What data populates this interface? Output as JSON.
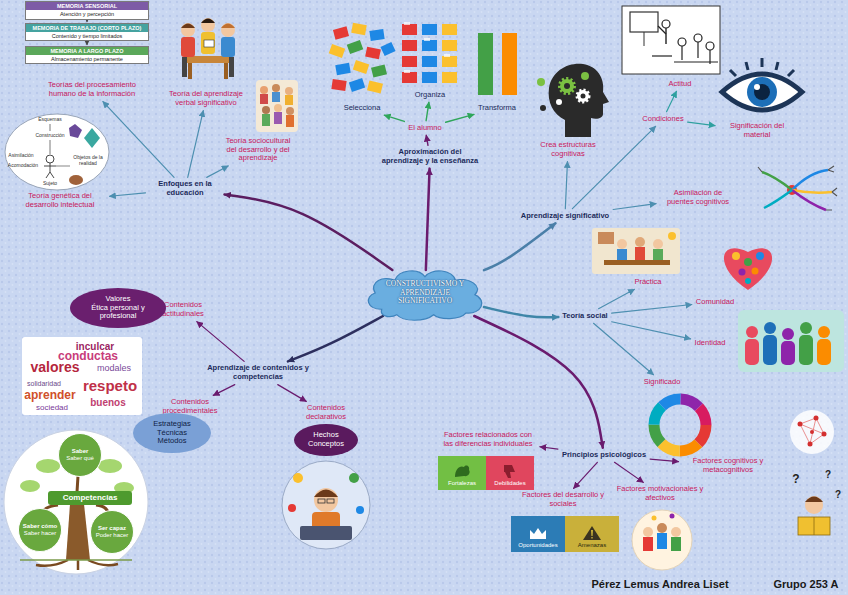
{
  "diagram": {
    "nodes": [
      {
        "text": [
          "CONSTRUCTIVISMO Y APRENDIZAJE SIGNIFICATIVO"
        ]
      },
      {
        "text": [
          "Aproximación del aprendizaje y la enseñanza"
        ]
      },
      {
        "text": [
          "El alumno"
        ]
      },
      {
        "text": [
          "Selecciona"
        ]
      },
      {
        "text": [
          "Organiza"
        ]
      },
      {
        "text": [
          "Transforma"
        ]
      },
      {
        "text": [
          "Enfoques en la educación"
        ]
      },
      {
        "text": [
          "Teorías del procesamiento humano de la información"
        ]
      },
      {
        "text": [
          "Teoría del aprendizaje verbal significativo"
        ]
      },
      {
        "text": [
          "Teoría sociocultural del desarrollo y del aprendizaje"
        ]
      },
      {
        "text": [
          "Teoría genética del desarrollo intelectual"
        ]
      },
      {
        "text": [
          "Aprendizaje significativo"
        ]
      },
      {
        "text": [
          "Crea estructuras cognitivas"
        ]
      },
      {
        "text": [
          "Condiciones"
        ]
      },
      {
        "text": [
          "Actitud"
        ]
      },
      {
        "text": [
          "Significación del material"
        ]
      },
      {
        "text": [
          "Asimilación de puentes cognitivos"
        ]
      },
      {
        "text": [
          "Teoría social"
        ]
      },
      {
        "text": [
          "Práctica"
        ]
      },
      {
        "text": [
          "Comunidad"
        ]
      },
      {
        "text": [
          "Identidad"
        ]
      },
      {
        "text": [
          "Significado"
        ]
      },
      {
        "text": [
          "Principios psicológicos"
        ]
      },
      {
        "text": [
          "Factores relacionados con las diferencias individuales"
        ]
      },
      {
        "text": [
          "Factores del desarrollo y sociales"
        ]
      },
      {
        "text": [
          "Factores motivacionales y afectivos"
        ]
      },
      {
        "text": [
          "Factores cognitivos y metacognitivos"
        ]
      },
      {
        "text": [
          "Aprendizaje de contenidos y competencias"
        ]
      },
      {
        "text": [
          "Contenidos actitudinales"
        ]
      },
      {
        "text": [
          "Contenidos procedimentales"
        ]
      },
      {
        "text": [
          "Contenidos declarativos"
        ]
      },
      {
        "text": [
          "Valores",
          "Ética personal y profesional"
        ]
      },
      {
        "text": [
          "Estrategias",
          "Técnicas",
          "Métodos"
        ]
      },
      {
        "text": [
          "Hechos",
          "Conceptos"
        ]
      },
      {
        "text": [
          "MEMORIA SENSORIAL",
          "Atención y percepción"
        ]
      },
      {
        "text": [
          "MEMORIA DE TRABAJO (CORTO PLAZO)",
          "Contenido y tiempo limitados"
        ]
      },
      {
        "text": [
          "MEMORIA A LARGO PLAZO",
          "Almacenamiento permanente"
        ]
      },
      {
        "text": [
          "Fortalezas"
        ]
      },
      {
        "text": [
          "Debilidades"
        ]
      },
      {
        "text": [
          "Oportunidades"
        ]
      },
      {
        "text": [
          "Amenazas"
        ]
      },
      {
        "text": [
          "Competencias"
        ]
      },
      {
        "text": [
          "Saber",
          "Saber qué"
        ]
      },
      {
        "text": [
          "Saber cómo",
          "Saber hacer"
        ]
      },
      {
        "text": [
          "Ser capaz",
          "Poder hacer"
        ]
      }
    ],
    "edges": [
      {
        "from": 0,
        "to": 1,
        "arrow": "to"
      },
      {
        "from": 0,
        "to": 6,
        "arrow": "to"
      },
      {
        "from": 0,
        "to": 11,
        "arrow": "to"
      },
      {
        "from": 0,
        "to": 17,
        "arrow": "to"
      },
      {
        "from": 0,
        "to": 22,
        "arrow": "to"
      },
      {
        "from": 0,
        "to": 27,
        "arrow": "to"
      },
      {
        "from": 1,
        "to": 2,
        "arrow": "to"
      },
      {
        "from": 2,
        "to": 3,
        "arrow": "to"
      },
      {
        "from": 2,
        "to": 4,
        "arrow": "to"
      },
      {
        "from": 2,
        "to": 5,
        "arrow": "to"
      },
      {
        "from": 6,
        "to": 7,
        "arrow": "to"
      },
      {
        "from": 6,
        "to": 8,
        "arrow": "to"
      },
      {
        "from": 6,
        "to": 9,
        "arrow": "to"
      },
      {
        "from": 6,
        "to": 10,
        "arrow": "to"
      },
      {
        "from": 11,
        "to": 12,
        "arrow": "to"
      },
      {
        "from": 11,
        "to": 13,
        "arrow": "to"
      },
      {
        "from": 11,
        "to": 16,
        "arrow": "to"
      },
      {
        "from": 13,
        "to": 14,
        "arrow": "to"
      },
      {
        "from": 13,
        "to": 15,
        "arrow": "to"
      },
      {
        "from": 17,
        "to": 18,
        "arrow": "to"
      },
      {
        "from": 17,
        "to": 19,
        "arrow": "to"
      },
      {
        "from": 17,
        "to": 20,
        "arrow": "to"
      },
      {
        "from": 17,
        "to": 21,
        "arrow": "to"
      },
      {
        "from": 22,
        "to": 23,
        "arrow": "to"
      },
      {
        "from": 22,
        "to": 24,
        "arrow": "to"
      },
      {
        "from": 22,
        "to": 25,
        "arrow": "to"
      },
      {
        "from": 22,
        "to": 26,
        "arrow": "to"
      },
      {
        "from": 27,
        "to": 28,
        "arrow": "to"
      },
      {
        "from": 27,
        "to": 29,
        "arrow": "to"
      },
      {
        "from": 27,
        "to": 30,
        "arrow": "to"
      },
      {
        "from": 34,
        "to": 35,
        "arrow": "to"
      },
      {
        "from": 35,
        "to": 36,
        "arrow": "to"
      }
    ],
    "labels": [
      "Pérez Lemus Andrea Liset",
      "Grupo 253 A",
      "inculcar",
      "conductas",
      "valores",
      "modales",
      "respeto",
      "solidaridad",
      "aprender",
      "buenos",
      "sociedad",
      "Esquemas",
      "Construcción",
      "Asimilación",
      "Acomodación",
      "Objetos de la realidad",
      "Sujeto",
      "?",
      "?",
      "?"
    ]
  }
}
